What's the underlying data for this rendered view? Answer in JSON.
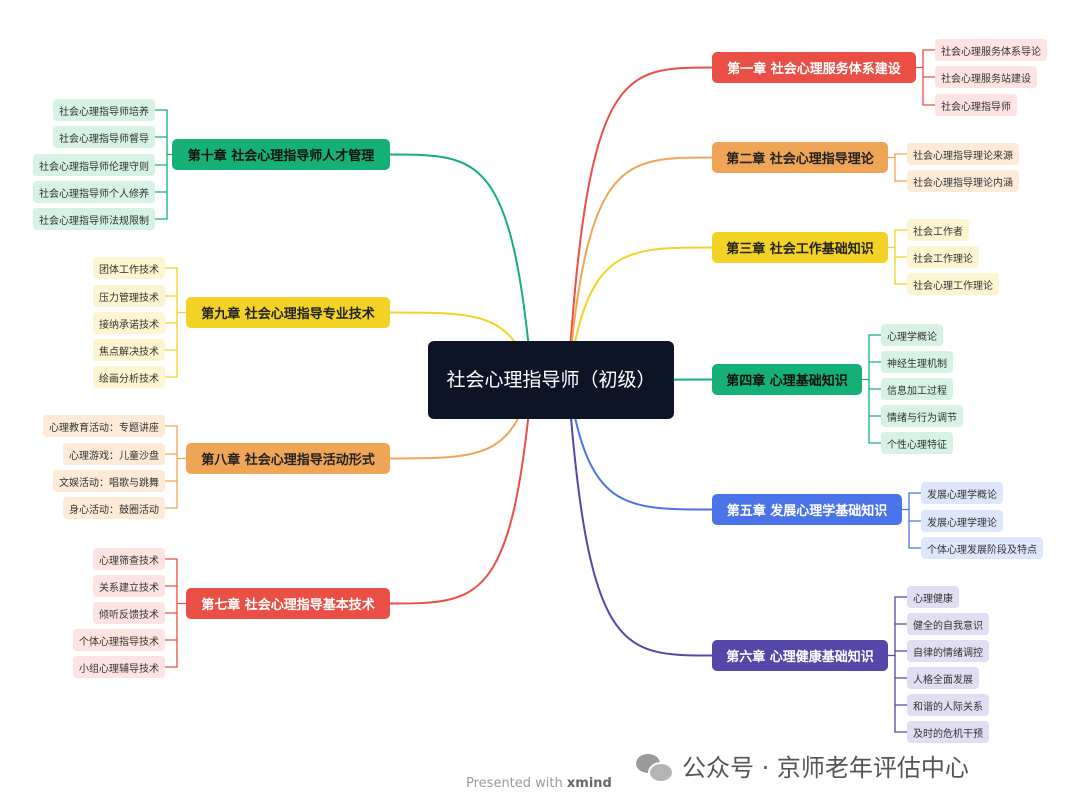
{
  "center": {
    "label": "社会心理指导师（初级）",
    "color": "#0e1428"
  },
  "chapters": [
    {
      "id": "ch1",
      "label": "第一章 社会心理服务体系建设",
      "side": "right",
      "color": "#e94f45",
      "text_color": "#ffffff",
      "leaf_bg": "#fde3e1",
      "leaves": [
        "社会心理服务体系导论",
        "社会心理服务站建设",
        "社会心理指导师"
      ]
    },
    {
      "id": "ch2",
      "label": "第二章 社会心理指导理论",
      "side": "right",
      "color": "#f0a456",
      "text_color": "#222222",
      "leaf_bg": "#fdebd8",
      "leaves": [
        "社会心理指导理论来源",
        "社会心理指导理论内涵"
      ]
    },
    {
      "id": "ch3",
      "label": "第三章 社会工作基础知识",
      "side": "right",
      "color": "#f2d325",
      "text_color": "#222222",
      "leaf_bg": "#fcf5cf",
      "leaves": [
        "社会工作者",
        "社会工作理论",
        "社会心理工作理论"
      ]
    },
    {
      "id": "ch4",
      "label": "第四章 心理基础知识",
      "side": "right",
      "color": "#14b075",
      "text_color": "#111111",
      "leaf_bg": "#d6f2e5",
      "leaves": [
        "心理学概论",
        "神经生理机制",
        "信息加工过程",
        "情绪与行为调节",
        "个性心理特征"
      ]
    },
    {
      "id": "ch5",
      "label": "第五章 发展心理学基础知识",
      "side": "right",
      "color": "#4a73e8",
      "text_color": "#ffffff",
      "leaf_bg": "#dde6fb",
      "leaves": [
        "发展心理学概论",
        "发展心理学理论",
        "个体心理发展阶段及特点"
      ]
    },
    {
      "id": "ch6",
      "label": "第六章 心理健康基础知识",
      "side": "right",
      "color": "#5447a8",
      "text_color": "#ffffff",
      "leaf_bg": "#e1def3",
      "leaves": [
        "心理健康",
        "健全的自我意识",
        "自律的情绪调控",
        "人格全面发展",
        "和谐的人际关系",
        "及时的危机干预"
      ]
    },
    {
      "id": "ch7",
      "label": "第七章 社会心理指导基本技术",
      "side": "left",
      "color": "#e94f45",
      "text_color": "#ffffff",
      "leaf_bg": "#fde3e1",
      "leaves": [
        "心理筛查技术",
        "关系建立技术",
        "倾听反馈技术",
        "个体心理指导技术",
        "小组心理辅导技术"
      ]
    },
    {
      "id": "ch8",
      "label": "第八章 社会心理指导活动形式",
      "side": "left",
      "color": "#f0a456",
      "text_color": "#222222",
      "leaf_bg": "#fdebd8",
      "leaves": [
        "心理教育活动：专题讲座",
        "心理游戏：儿童沙盘",
        "文娱活动：唱歌与跳舞",
        "身心活动：鼓圈活动"
      ]
    },
    {
      "id": "ch9",
      "label": "第九章 社会心理指导专业技术",
      "side": "left",
      "color": "#f2d325",
      "text_color": "#222222",
      "leaf_bg": "#fcf5cf",
      "leaves": [
        "团体工作技术",
        "压力管理技术",
        "接纳承诺技术",
        "焦点解决技术",
        "绘画分析技术"
      ]
    },
    {
      "id": "ch10",
      "label": "第十章 社会心理指导师人才管理",
      "side": "left",
      "color": "#14b075",
      "text_color": "#111111",
      "leaf_bg": "#d6f2e5",
      "leaves": [
        "社会心理指导师培养",
        "社会心理指导师督导",
        "社会心理指导师伦理守则",
        "社会心理指导师个人修养",
        "社会心理指导师法规限制"
      ]
    }
  ],
  "footer": {
    "presented": "Presented with",
    "tool": "xmind",
    "wechat": "公众号 · 京师老年评估中心"
  }
}
